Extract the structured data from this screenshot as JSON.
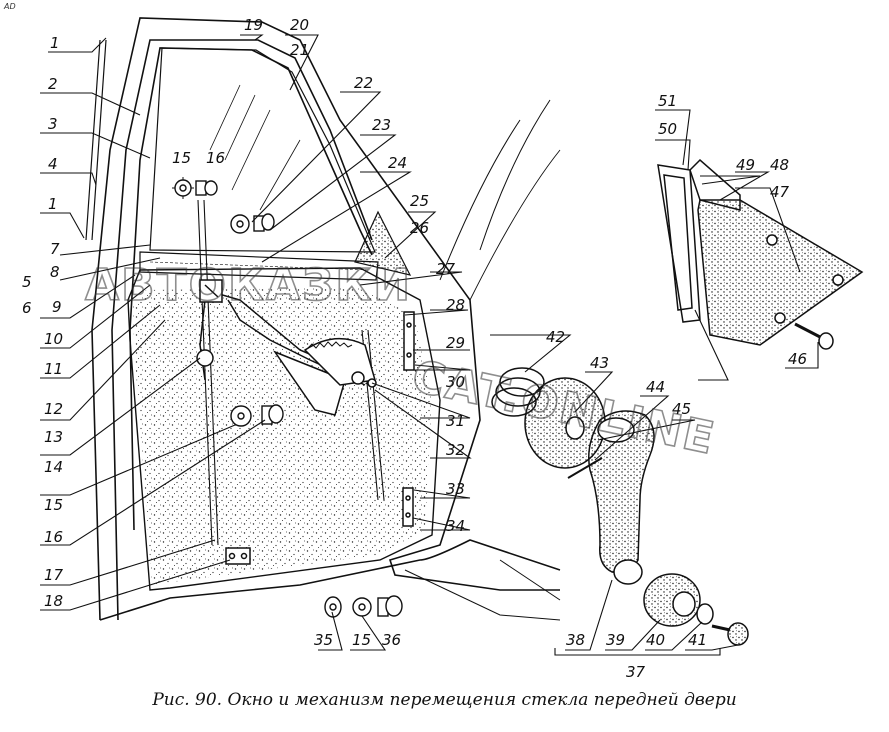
{
  "corner_mark": "AD",
  "caption": "Рис. 90. Окно и механизм перемещения стекла передней двери",
  "watermark": {
    "left": "АВТОКАЗКИ",
    "right": "CAT.ONLINE"
  },
  "callouts": {
    "n1a": "1",
    "n2": "2",
    "n3": "3",
    "n4": "4",
    "n1b": "1",
    "n7": "7",
    "n8": "8",
    "n5": "5",
    "n6": "6",
    "n9": "9",
    "n10": "10",
    "n11": "11",
    "n12": "12",
    "n13": "13",
    "n14": "14",
    "n15a": "15",
    "n16a": "16",
    "n15b": "15",
    "n16b": "16",
    "n17": "17",
    "n18": "18",
    "n19": "19",
    "n20": "20",
    "n21": "21",
    "n22": "22",
    "n23": "23",
    "n24": "24",
    "n25": "25",
    "n26": "26",
    "n27": "27",
    "n28": "28",
    "n29": "29",
    "n30": "30",
    "n31": "31",
    "n32": "32",
    "n33": "33",
    "n34": "34",
    "n35": "35",
    "n15c": "15",
    "n36": "36",
    "n37": "37",
    "n38": "38",
    "n39": "39",
    "n40": "40",
    "n41": "41",
    "n42": "42",
    "n43": "43",
    "n44": "44",
    "n45": "45",
    "n46": "46",
    "n47": "47",
    "n48": "48",
    "n49": "49",
    "n50": "50",
    "n51": "51"
  }
}
